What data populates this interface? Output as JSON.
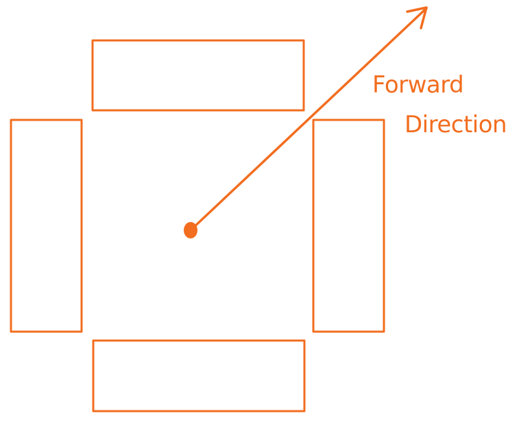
{
  "diagram": {
    "label_line1": "Forward",
    "label_line2": "Direction",
    "stroke_color": "#F26D1F",
    "elements": [
      "top-rectangle",
      "bottom-rectangle",
      "left-rectangle",
      "right-rectangle",
      "center-point",
      "forward-direction-arrow"
    ]
  }
}
